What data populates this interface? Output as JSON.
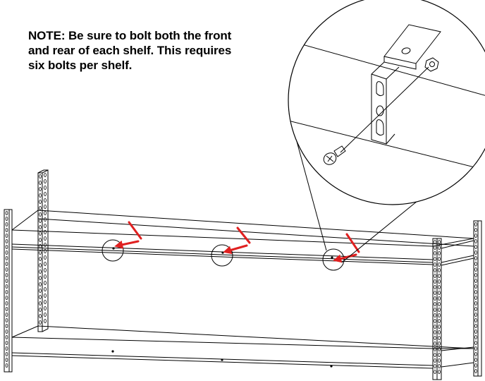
{
  "note": {
    "lines": [
      "NOTE: Be sure to bolt both the front",
      "and rear of each shelf. This requires",
      "six bolts per shelf."
    ]
  },
  "colors": {
    "line": "#000000",
    "arrow": "#e02020",
    "background": "#ffffff"
  },
  "parts": {
    "shelves": 2,
    "bolt_points_front": 3,
    "detail_view": "bolt-nut-bracket"
  }
}
